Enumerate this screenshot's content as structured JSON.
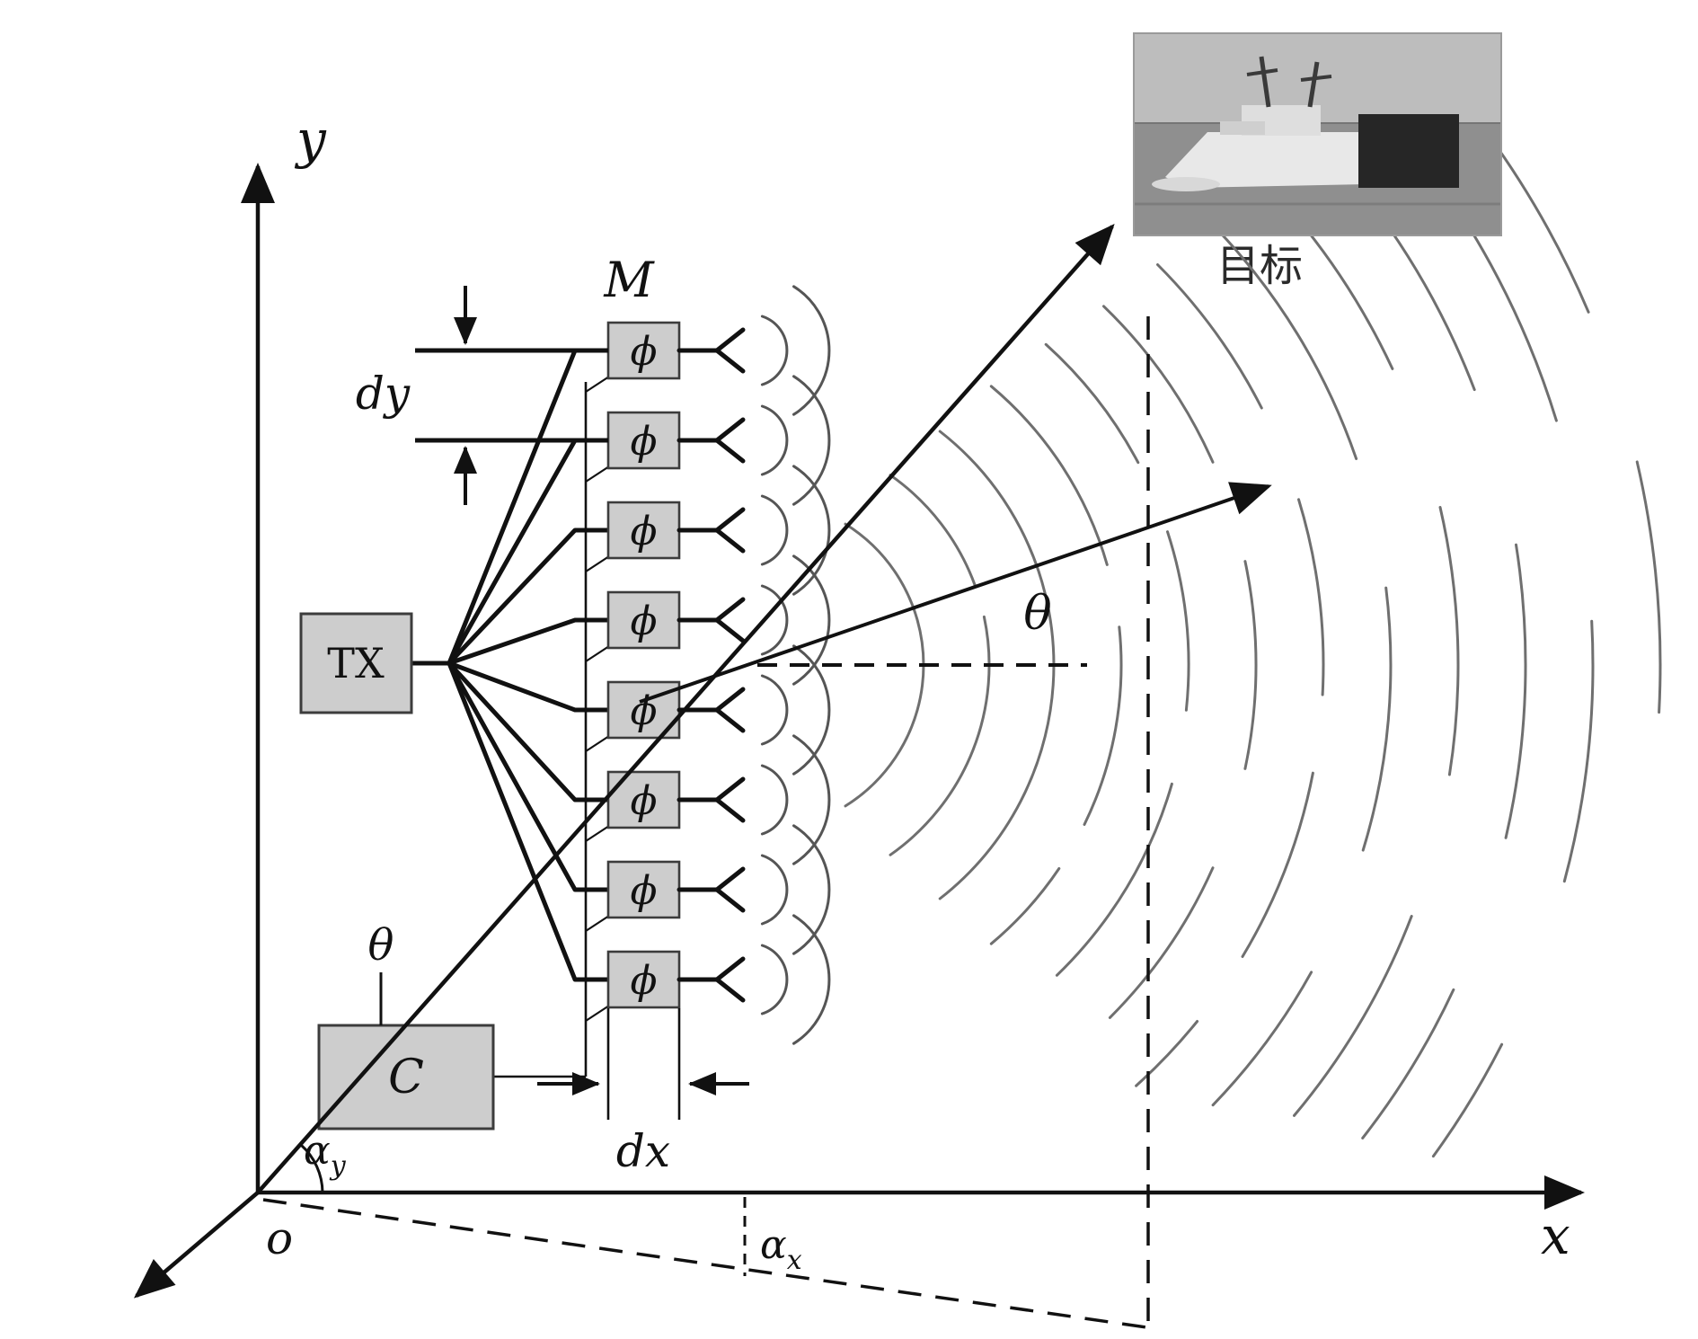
{
  "figure": {
    "axes": {
      "x": "x",
      "y": "y",
      "origin": "o"
    },
    "labels": {
      "element_count": "M",
      "dy": "dy",
      "dx": "dx",
      "beam_angle": "θ",
      "control_angle": "θ",
      "alpha_y": {
        "base": "α",
        "sub": "y"
      },
      "alpha_x": {
        "base": "α",
        "sub": "x"
      },
      "target": "目标"
    },
    "blocks": {
      "transmitter": "TX",
      "controller": "C",
      "phase_shifter": "ϕ"
    },
    "array": {
      "num_elements": 8
    },
    "colors": {
      "ink": "#111111",
      "box_fill": "#cdcdcd",
      "box_border": "#3c3c3c",
      "wave": "#6f6f6f",
      "near_wave": "#555555",
      "background": "#ffffff"
    }
  }
}
